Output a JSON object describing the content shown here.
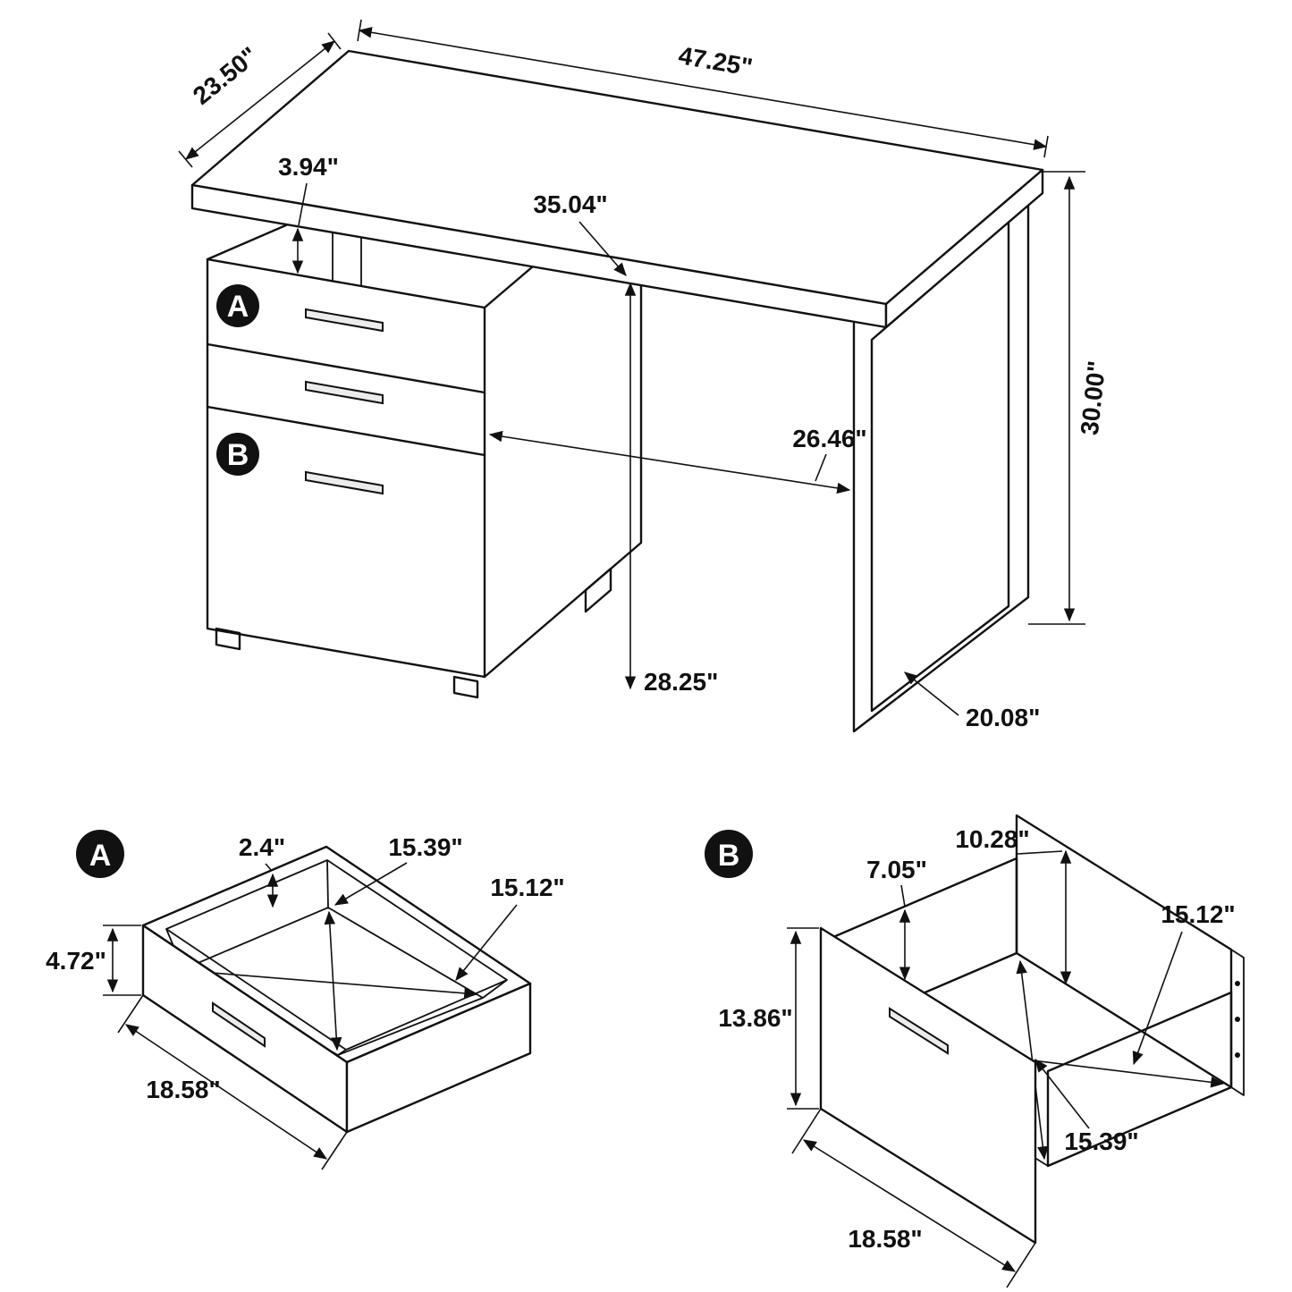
{
  "colors": {
    "background": "#ffffff",
    "line": "#111111",
    "badge_fill": "#111111",
    "badge_text": "#ffffff"
  },
  "main_view": {
    "badge_a": "A",
    "badge_b": "B",
    "dims": {
      "top_length": "47.25\"",
      "top_depth": "23.50\"",
      "gap_height": "3.94\"",
      "overhang_length": "35.04\"",
      "overall_height": "30.00\"",
      "knee_clearance_width": "26.46\"",
      "knee_clearance_height": "28.25\"",
      "leg_depth": "20.08\""
    }
  },
  "detail_a": {
    "badge": "A",
    "dims": {
      "wall_thickness": "2.4\"",
      "inner_depth": "15.39\"",
      "inner_width": "15.12\"",
      "height": "4.72\"",
      "outer_width": "18.58\""
    }
  },
  "detail_b": {
    "badge": "B",
    "dims": {
      "back_height": "10.28\"",
      "side_height": "7.05\"",
      "inner_width": "15.12\"",
      "front_height": "13.86\"",
      "inner_depth": "15.39\"",
      "outer_width": "18.58\""
    }
  }
}
